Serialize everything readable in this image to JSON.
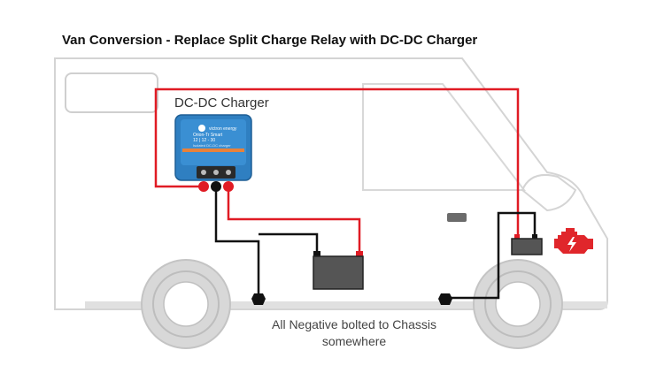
{
  "title": "Van Conversion - Replace Split Charge Relay with DC-DC Charger",
  "charger": {
    "label": "DC-DC Charger",
    "brand": "victron energy",
    "model_line1": "Orion-Tr Smart",
    "model_line2": "12 | 12 - 30",
    "model_line3": "Isolated DC-DC charger"
  },
  "chassis_note": {
    "line1": "All Negative bolted to Chassis",
    "line2": "somewhere"
  },
  "colors": {
    "positive_wire": "#e01b24",
    "negative_wire": "#111111",
    "van_outline": "#d4d4d4",
    "charger_body": "#2f7fc1",
    "charger_stripe": "#e8823a",
    "battery": "#555555",
    "engine_icon": "#e0262b"
  },
  "icons": {
    "engine": "engine-icon"
  }
}
